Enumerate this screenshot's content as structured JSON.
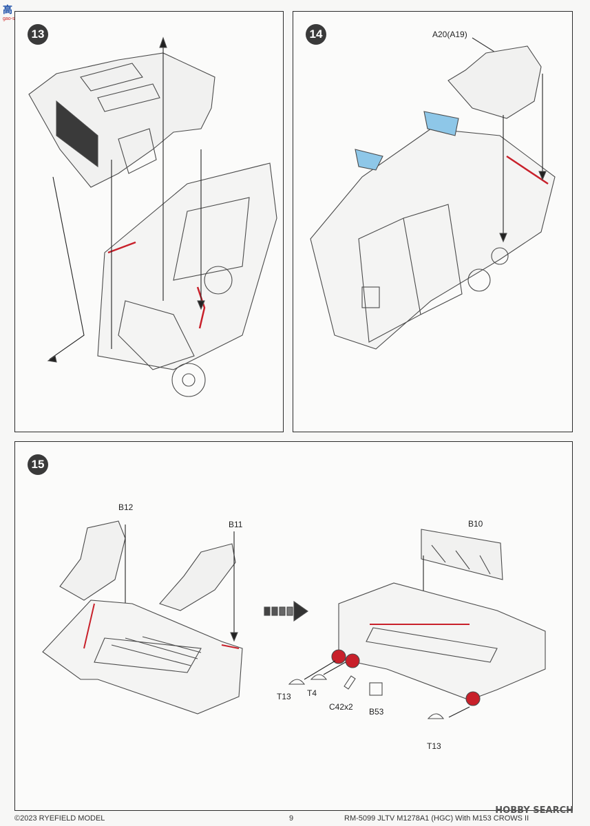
{
  "watermark": {
    "text": "高",
    "sub": "gao-shou.cc"
  },
  "steps": {
    "s13": {
      "number": "13"
    },
    "s14": {
      "number": "14",
      "part_label": "A20(A19)"
    },
    "s15": {
      "number": "15",
      "labels": {
        "b12": "B12",
        "b11": "B11",
        "b10": "B10",
        "t13a": "T13",
        "t4": "T4",
        "c42": "C42x2",
        "b53": "B53",
        "t13b": "T13"
      }
    }
  },
  "footer": {
    "copyright": "©2023 RYEFIELD MODEL",
    "page": "9",
    "product": "RM-5099 JLTV M1278A1 (HGC) With M153 CROWS II"
  },
  "overlay": {
    "brand": "HOBBY SEARCH"
  },
  "colors": {
    "accent_red": "#c8202a",
    "part_blue": "#8ec7e8",
    "line": "#4a4a4a"
  }
}
